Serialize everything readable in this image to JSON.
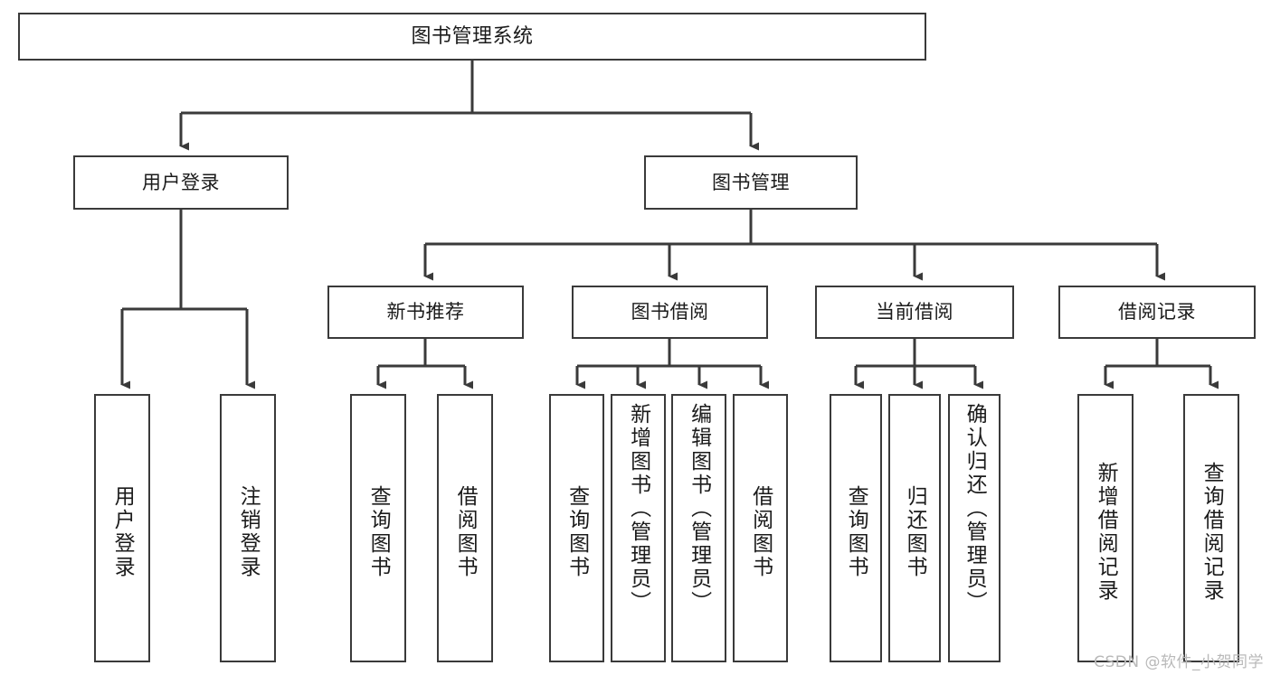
{
  "diagram": {
    "title": "图书管理系统",
    "type": "tree",
    "watermark": "CSDN @软件_小贺同学",
    "colors": {
      "border": "#3a3a3a",
      "background": "#ffffff",
      "text": "#1b1b1b",
      "connector": "#3a3a3a",
      "watermark": "#b9b9b9"
    },
    "root": {
      "label": "图书管理系统"
    },
    "level2": [
      {
        "label": "用户登录"
      },
      {
        "label": "图书管理"
      }
    ],
    "level3": [
      {
        "label": "新书推荐"
      },
      {
        "label": "图书借阅"
      },
      {
        "label": "当前借阅"
      },
      {
        "label": "借阅记录"
      }
    ],
    "leaves": {
      "user_login": [
        {
          "label": "用户登录"
        },
        {
          "label": "注销登录"
        }
      ],
      "new_book": [
        {
          "label": "查询图书"
        },
        {
          "label": "借阅图书"
        }
      ],
      "book_borrow": [
        {
          "label": "查询图书"
        },
        {
          "label": "新增图书（管理员）"
        },
        {
          "label": "编辑图书（管理员）"
        },
        {
          "label": "借阅图书"
        }
      ],
      "current_borrow": [
        {
          "label": "查询图书"
        },
        {
          "label": "归还图书"
        },
        {
          "label": "确认归还（管理员）"
        }
      ],
      "borrow_record": [
        {
          "label": "新增借阅记录"
        },
        {
          "label": "查询借阅记录"
        }
      ]
    }
  }
}
